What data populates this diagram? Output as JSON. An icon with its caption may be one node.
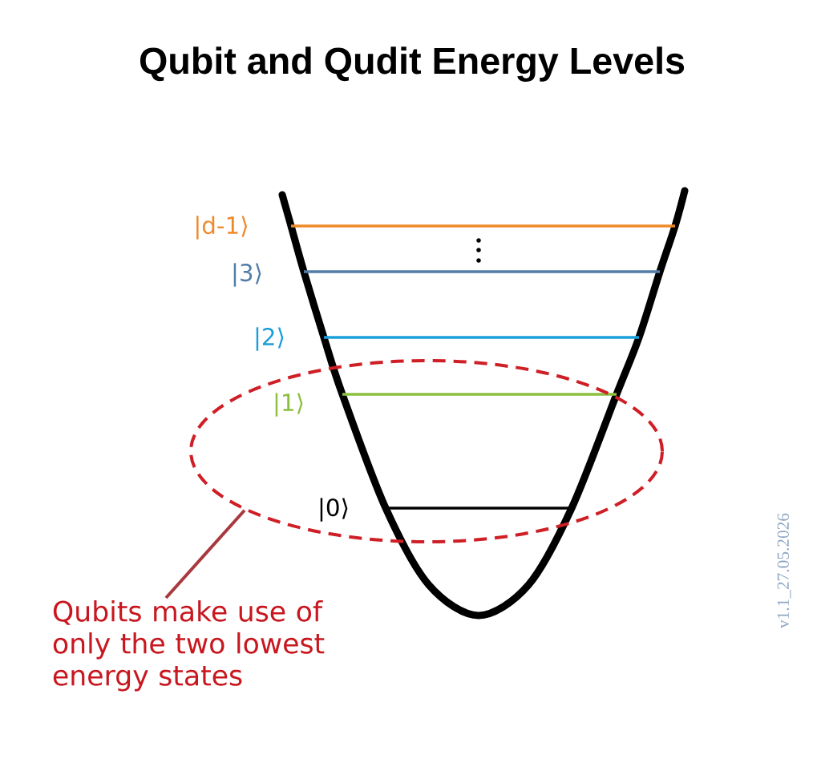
{
  "diagram": {
    "title": "Qubit and Qudit Energy Levels",
    "nodes": [
      {
        "text": [],
        "shape": "ellipse"
      },
      {
        "text": [
          "Qubits make use of only the two lowest energy states"
        ]
      }
    ],
    "edges": [
      {
        "from": 1,
        "to": 0,
        "arrow": "none"
      }
    ],
    "labels": [
      "|d-1⟩",
      "|3⟩",
      "|2⟩",
      "|1⟩",
      "|0⟩",
      "v1.1_27.05.2026"
    ]
  }
}
